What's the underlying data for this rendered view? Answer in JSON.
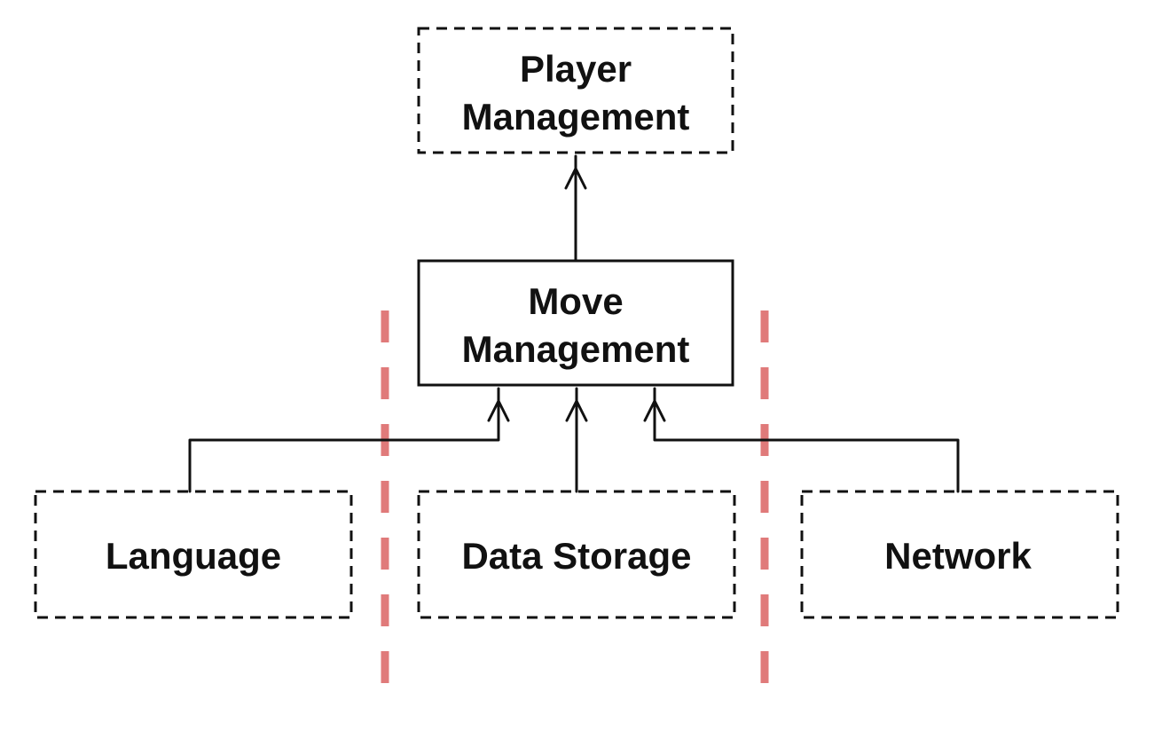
{
  "diagram": {
    "nodes": [
      {
        "id": "player",
        "label_lines": [
          "Player",
          "Management"
        ],
        "border": "dashed"
      },
      {
        "id": "move",
        "label_lines": [
          "Move",
          "Management"
        ],
        "border": "solid"
      },
      {
        "id": "language",
        "label_lines": [
          "Language"
        ],
        "border": "dashed"
      },
      {
        "id": "storage",
        "label_lines": [
          "Data Storage"
        ],
        "border": "dashed"
      },
      {
        "id": "network",
        "label_lines": [
          "Network"
        ],
        "border": "dashed"
      }
    ],
    "edges": [
      {
        "from": "move",
        "to": "player"
      },
      {
        "from": "language",
        "to": "move"
      },
      {
        "from": "storage",
        "to": "move"
      },
      {
        "from": "network",
        "to": "move"
      }
    ],
    "divider_color": "#e07a7a",
    "stroke_color": "#111111"
  }
}
